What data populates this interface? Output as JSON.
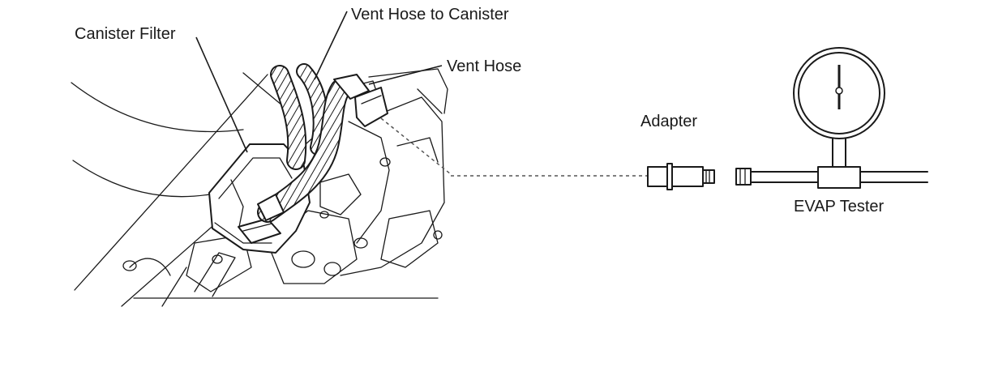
{
  "labels": {
    "canister_filter": "Canister Filter",
    "vent_hose_to_canister": "Vent Hose to Canister",
    "vent_hose": "Vent Hose",
    "adapter": "Adapter",
    "evap_tester": "EVAP Tester"
  }
}
